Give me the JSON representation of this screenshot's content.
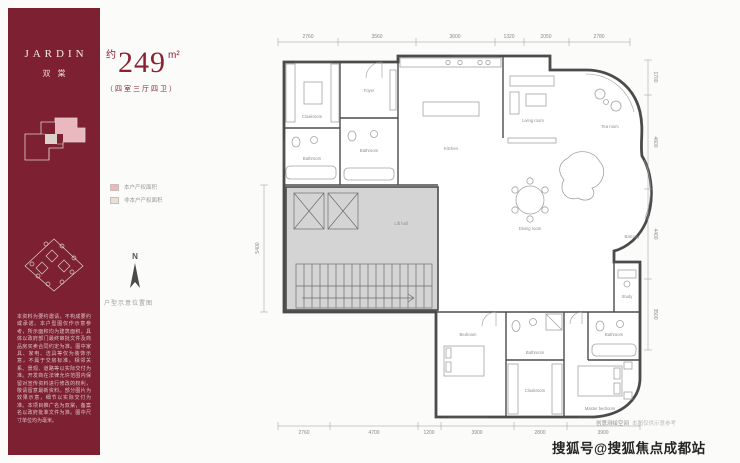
{
  "brand": {
    "name": "JARDIN",
    "sub": "双棠"
  },
  "title": {
    "approx": "约",
    "area": "249",
    "unit": "m²",
    "layout": "（四室三厅四卫）"
  },
  "legend": {
    "items": [
      {
        "label": "本户产权面积",
        "color": "#e9b9bf"
      },
      {
        "label": "非本户产权面积",
        "color": "#e6e0d8"
      }
    ]
  },
  "compass": {
    "north": "N"
  },
  "location_caption": "户型示意位置图",
  "sidebar_disclaimer": "本资料为要约邀请，不构成要约或承诺。本户型图仅作示意参考，所示面积均为建筑面积，具体以政府部门最终审批文件及商品房买卖合同约定为准。图中家具、家电、洁具等仅为装饰示意，不属于交房标准。相邻关系、景观、道路等以实际交付为准。开发商在法律允许范围内保留对宣传资料进行修改的权利，敬请留意最新资料。部分图片为效果示意，细节以实际交付为准。本项目推广名为双棠，备案名以政府批准文件为准。图中尺寸单位均为毫米。",
  "plan": {
    "dims_top": [
      "2760",
      "3560",
      "3600",
      "1320",
      "2050",
      "2780"
    ],
    "dims_bottom": [
      "2760",
      "4700",
      "1200",
      "3900",
      "2800",
      "3900"
    ],
    "dims_right": [
      "1700",
      "4600",
      "4400",
      "3500"
    ],
    "dims_left": [
      "5400"
    ],
    "rooms": [
      "Cloakroom",
      "Bathroom",
      "Foyer",
      "Bathroom",
      "Kitchen",
      "Living room",
      "Tea room",
      "Dining room",
      "Lift hall",
      "Balcony",
      "Study",
      "Bedroom",
      "Bathroom",
      "Cloakroom",
      "Bathroom",
      "Master bedroom"
    ],
    "note": "创意测绘空间",
    "note_sub": "本图仅供示意参考"
  },
  "watermark": "搜狐号@搜狐焦点成都站",
  "colors": {
    "brand_red": "#7d2132",
    "highlight_pink": "#e9b9bf",
    "core_gray": "#d4d4d4"
  }
}
